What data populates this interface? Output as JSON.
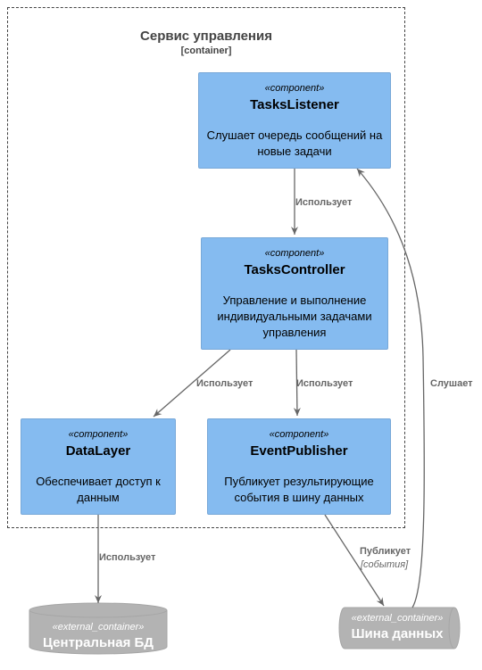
{
  "boundary": {
    "title": "Сервис управления",
    "type": "[container]"
  },
  "components": {
    "tasks_listener": {
      "stereotype": "«component»",
      "name": "TasksListener",
      "description": "Слушает очередь сообщений на новые задачи"
    },
    "tasks_controller": {
      "stereotype": "«component»",
      "name": "TasksController",
      "description": "Управление и выполнение индивидуальными задачами управления"
    },
    "data_layer": {
      "stereotype": "«component»",
      "name": "DataLayer",
      "description": "Обеспечивает доступ к данным"
    },
    "event_publisher": {
      "stereotype": "«component»",
      "name": "EventPublisher",
      "description": "Публикует результирующие события в шину данных"
    }
  },
  "externals": {
    "central_db": {
      "stereotype": "«external_container»",
      "name": "Центральная БД"
    },
    "data_bus": {
      "stereotype": "«external_container»",
      "name": "Шина данных"
    }
  },
  "relations": {
    "listener_to_controller": "Использует",
    "controller_to_datalayer": "Использует",
    "controller_to_publisher": "Использует",
    "datalayer_to_db": "Использует",
    "publisher_to_bus": "Публикует",
    "publisher_to_bus_tech": "[события]",
    "bus_to_listener": "Слушает"
  },
  "colors": {
    "component_fill": "#85BBF0",
    "external_fill": "#B3B3B3",
    "arrow": "#666666",
    "boundary": "#444444"
  }
}
